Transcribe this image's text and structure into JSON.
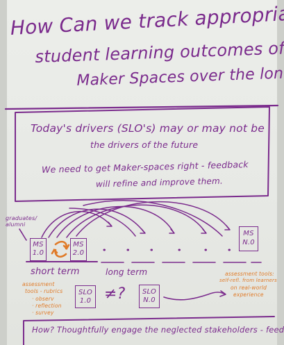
{
  "title_lines": [
    "How Can we track appropriate",
    "student learning outcomes of",
    "Maker Spaces over the long term?"
  ],
  "box": {
    "line1": "Today's drivers (SLO's) may or may not be",
    "line2": "the drivers of the future",
    "line3": "We need to get Maker-spaces right - feedback",
    "line4": "will refine and improve them."
  },
  "timeline": {
    "graduates_label": "graduates/\nalumni",
    "ms1": "MS\n1.0",
    "ms2": "MS\n2.0",
    "msn": "MS\nN.0",
    "short_term": "short term",
    "long_term": "long term"
  },
  "orange_left": [
    "assessment",
    "tools - rubrics",
    "· observ",
    "· reflection",
    "· survey"
  ],
  "slo1": "SLO\n1.0",
  "slon": "SLO\nN.0",
  "neq": "≠?",
  "orange_right": [
    "assessment tools:",
    "self-refl. from learners",
    "on real-world",
    "experience"
  ],
  "bottom": "How? Thoughtfully engage the neglected stakeholders - feedback",
  "colors": {
    "purple": "#7a2a8c",
    "orange": "#e07a27",
    "paper": "#eceeea"
  }
}
